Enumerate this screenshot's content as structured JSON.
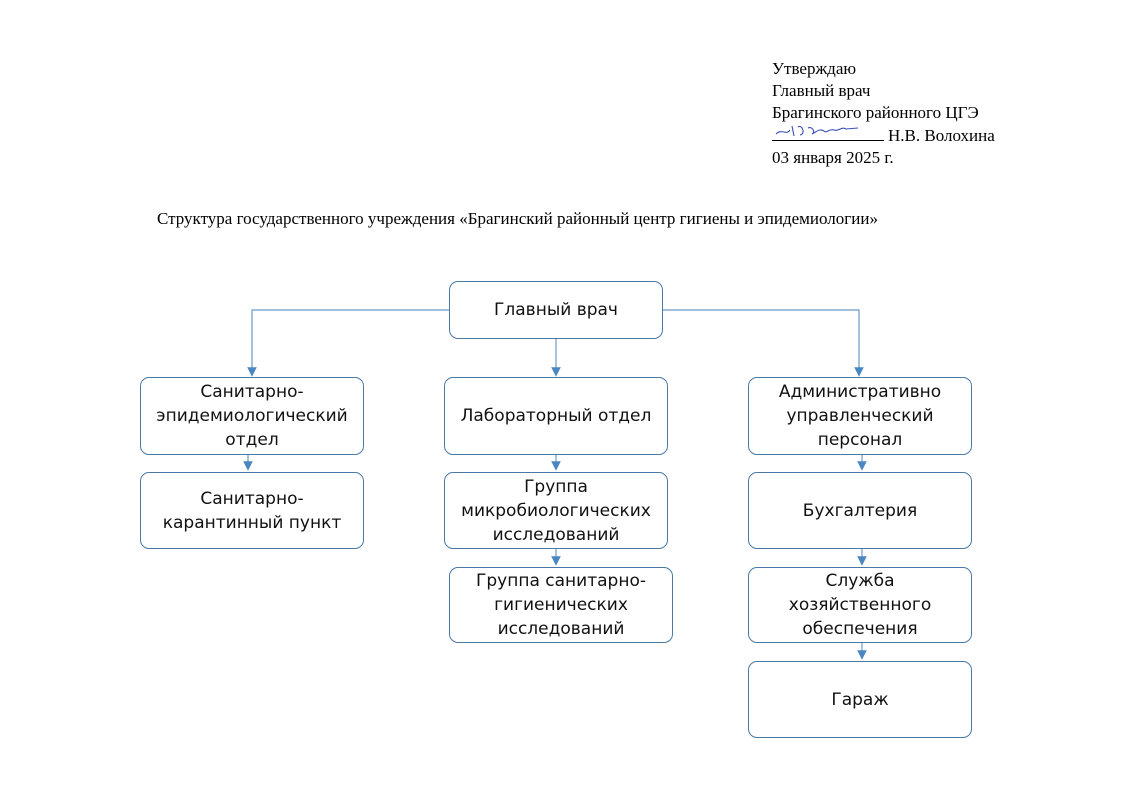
{
  "approval": {
    "line1": "Утверждаю",
    "line2": "Главный врач",
    "line3": "Брагинского районного ЦГЭ",
    "signer": "Н.В. Волохина",
    "date": "03 января 2025 г."
  },
  "document_title": "Структура государственного учреждения «Брагинский районный центр гигиены и эпидемиологии»",
  "org_chart": {
    "head": "Главный врач",
    "sanitary_dept": "Санитарно-эпидемиологический отдел",
    "quarantine_point": "Санитарно-карантинный пункт",
    "lab_dept": "Лабораторный отдел",
    "micro_group": "Группа микробиологических исследований",
    "hygiene_group": "Группа санитарно-гигиенических исследований",
    "admin_staff": "Административно управленческий персонал",
    "accounting": "Бухгалтерия",
    "household_service": "Служба хозяйственного обеспечения",
    "garage": "Гараж"
  },
  "colors": {
    "box_border": "#4a78a8",
    "connector": "#6b9bc9"
  }
}
